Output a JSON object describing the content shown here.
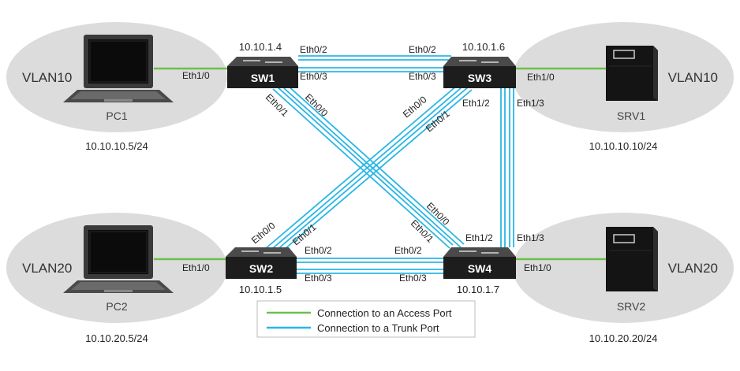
{
  "colors": {
    "access": "#6cc04a",
    "trunk": "#29b6e6",
    "zone": "#dcdcdc",
    "switch_body": "#1d1d1d"
  },
  "zones": {
    "pc1": {
      "vlan": "VLAN10",
      "host": "PC1",
      "ip": "10.10.10.5/24",
      "icon": "laptop-icon"
    },
    "pc2": {
      "vlan": "VLAN20",
      "host": "PC2",
      "ip": "10.10.20.5/24",
      "icon": "laptop-icon"
    },
    "srv1": {
      "vlan": "VLAN10",
      "host": "SRV1",
      "ip": "10.10.10.10/24",
      "icon": "server-icon"
    },
    "srv2": {
      "vlan": "VLAN20",
      "host": "SRV2",
      "ip": "10.10.20.20/24",
      "icon": "server-icon"
    }
  },
  "switches": {
    "sw1": {
      "name": "SW1",
      "ip": "10.10.1.4",
      "icon": "switch-icon"
    },
    "sw2": {
      "name": "SW2",
      "ip": "10.10.1.5",
      "icon": "switch-icon"
    },
    "sw3": {
      "name": "SW3",
      "ip": "10.10.1.6",
      "icon": "switch-icon"
    },
    "sw4": {
      "name": "SW4",
      "ip": "10.10.1.7",
      "icon": "switch-icon"
    }
  },
  "ports": {
    "pc1_sw1": "Eth1/0",
    "sw1_sw3_a_sw1": "Eth0/2",
    "sw1_sw3_a_sw3": "Eth0/2",
    "sw1_sw3_b_sw1": "Eth0/3",
    "sw1_sw3_b_sw3": "Eth0/3",
    "sw1_sw4_a": "Eth0/1",
    "sw1_sw4_b": "Eth0/0",
    "sw3_sw2_a": "Eth0/0",
    "sw3_sw2_b": "Eth0/1",
    "sw3_sw4_a_sw3": "Eth1/2",
    "sw3_sw4_b_sw3": "Eth1/3",
    "srv1_sw3": "Eth1/0",
    "sw2_sw3_a": "Eth0/0",
    "sw2_sw3_b": "Eth0/1",
    "sw4_sw1_a": "Eth0/0",
    "sw4_sw1_b": "Eth0/1",
    "sw4_sw3_a_sw4": "Eth1/2",
    "sw4_sw3_b_sw4": "Eth1/3",
    "pc2_sw2": "Eth1/0",
    "sw2_sw4_a_sw2": "Eth0/2",
    "sw2_sw4_a_sw4": "Eth0/2",
    "sw2_sw4_b_sw2": "Eth0/3",
    "sw2_sw4_b_sw4": "Eth0/3",
    "srv2_sw4": "Eth1/0"
  },
  "legend": {
    "access_label": "Connection to an Access Port",
    "trunk_label": "Connection to a Trunk Port"
  }
}
